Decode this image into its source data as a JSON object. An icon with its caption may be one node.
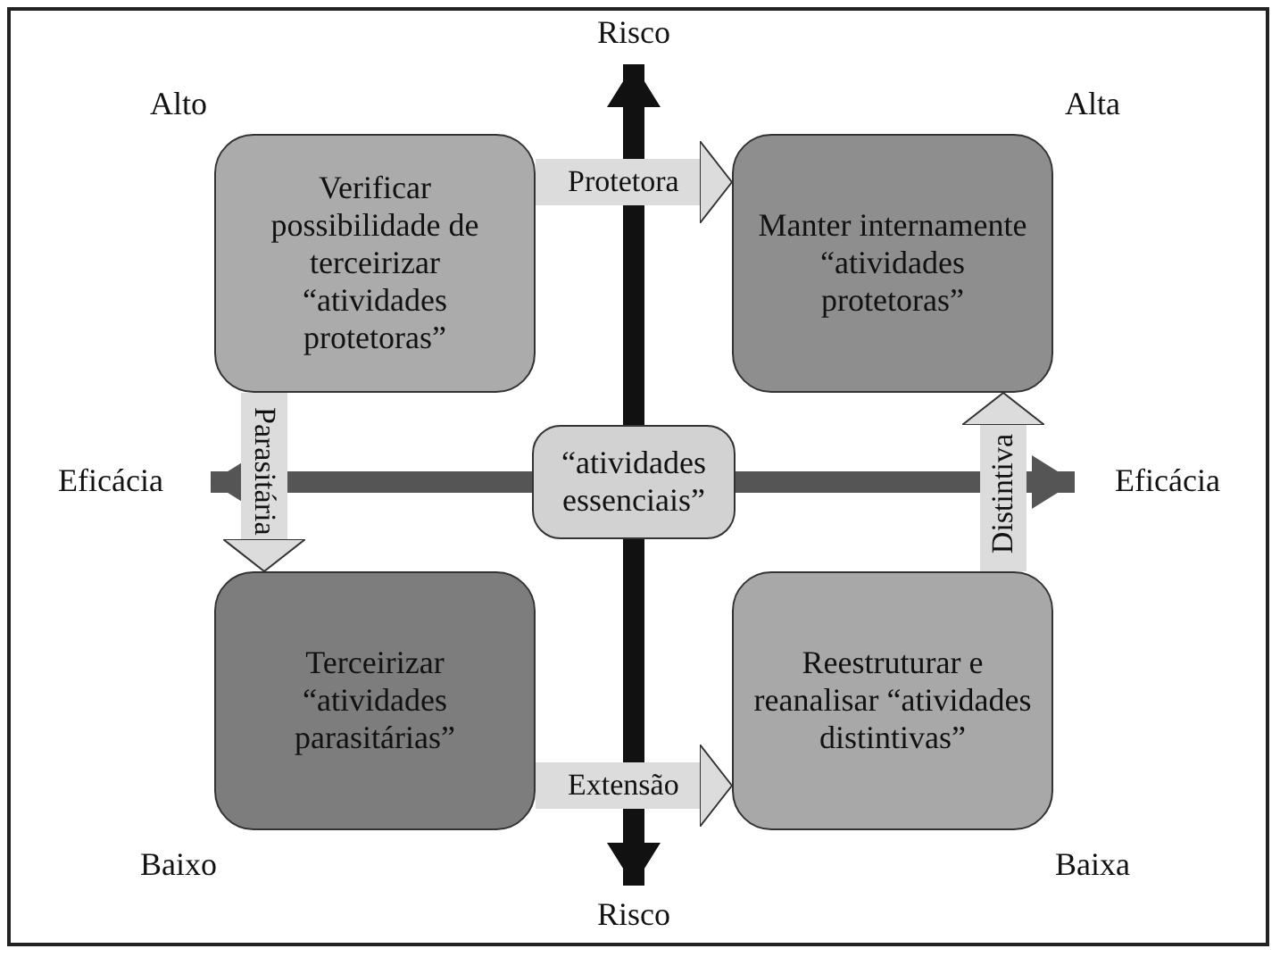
{
  "diagram": {
    "nodes": [
      {
        "text": [
          "Verificar possibilidade de terceirizar “atividades protetoras”"
        ]
      },
      {
        "text": [
          "Manter internamente “atividades protetoras”"
        ]
      },
      {
        "text": [
          "“atividades essenciais”"
        ]
      },
      {
        "text": [
          "Terceirizar “atividades parasitárias”"
        ]
      },
      {
        "text": [
          "Reestruturar e reanalisar “atividades distintivas”"
        ]
      }
    ],
    "edges": [
      {
        "from": 0,
        "to": 1,
        "arrow": "to",
        "label": "Protetora"
      },
      {
        "from": 0,
        "to": 3,
        "arrow": "to",
        "label": "Parasitária"
      },
      {
        "from": 4,
        "to": 1,
        "arrow": "to",
        "label": "Distintiva"
      },
      {
        "from": 3,
        "to": 4,
        "arrow": "to",
        "label": "Extensão"
      }
    ],
    "labels": [
      "Risco",
      "Alto",
      "Alta",
      "Eficácia",
      "Eficácia",
      "Baixo",
      "Baixa",
      "Risco"
    ]
  }
}
